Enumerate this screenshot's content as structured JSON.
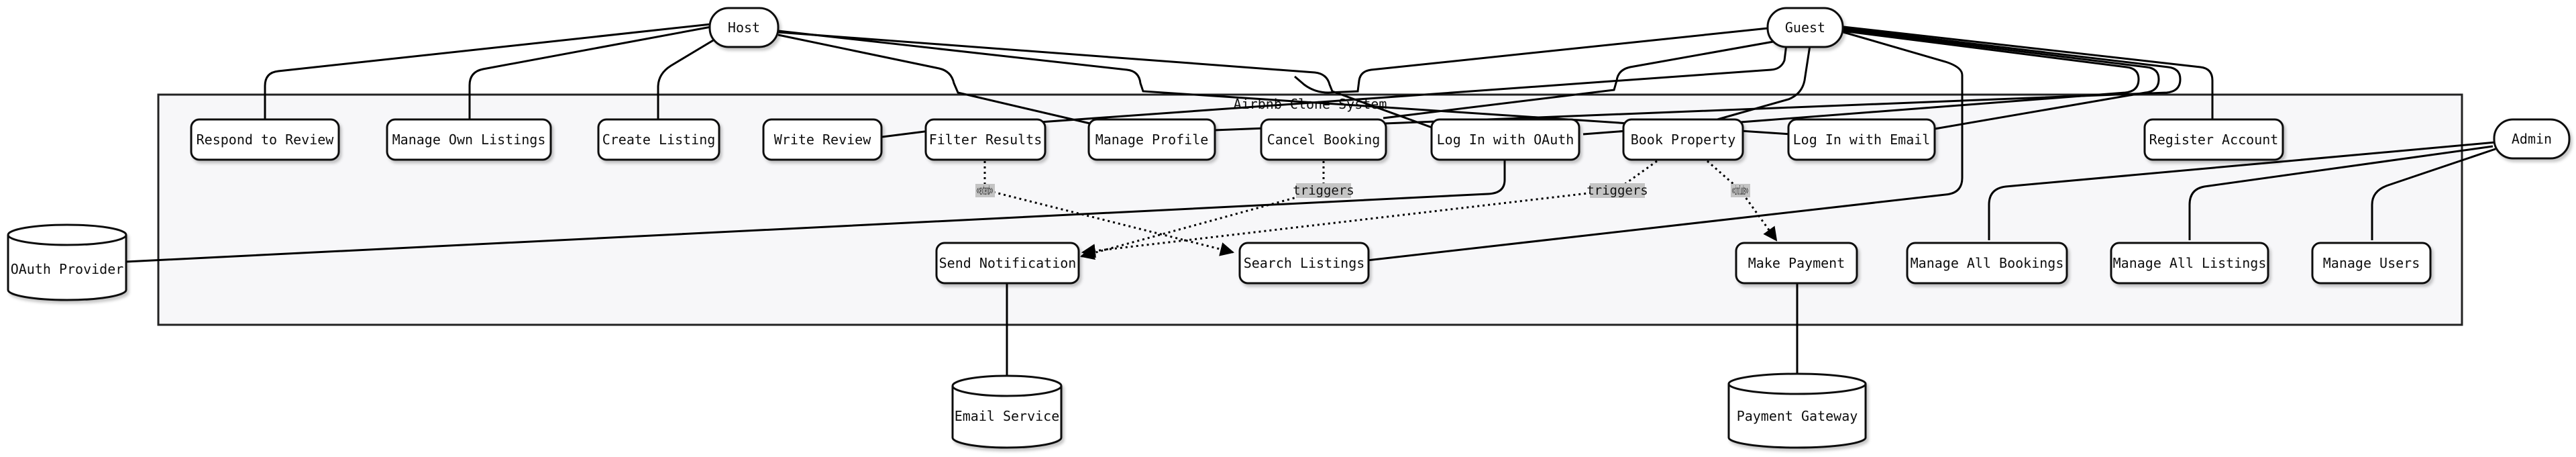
{
  "system": {
    "title": "Airbnb Clone System"
  },
  "actors": {
    "host": "Host",
    "guest": "Guest",
    "admin": "Admin"
  },
  "use_cases": {
    "respond_review": "Respond to Review",
    "manage_own_listings": "Manage Own Listings",
    "create_listing": "Create Listing",
    "write_review": "Write Review",
    "filter_results": "Filter Results",
    "manage_profile": "Manage Profile",
    "cancel_booking": "Cancel Booking",
    "login_oauth": "Log In with OAuth",
    "book_property": "Book Property",
    "login_email": "Log In with Email",
    "register_account": "Register Account",
    "send_notification": "Send Notification",
    "search_listings": "Search Listings",
    "make_payment": "Make Payment",
    "manage_all_bookings": "Manage All Bookings",
    "manage_all_listings": "Manage All Listings",
    "manage_users": "Manage Users"
  },
  "external_systems": {
    "oauth_provider": "OAuth Provider",
    "email_service": "Email Service",
    "payment_gateway": "Payment Gateway"
  },
  "edge_labels": {
    "filter_extends": "<<extend>>",
    "cancel_triggers": "triggers",
    "book_triggers": "triggers",
    "book_includes": "<<include>>"
  }
}
